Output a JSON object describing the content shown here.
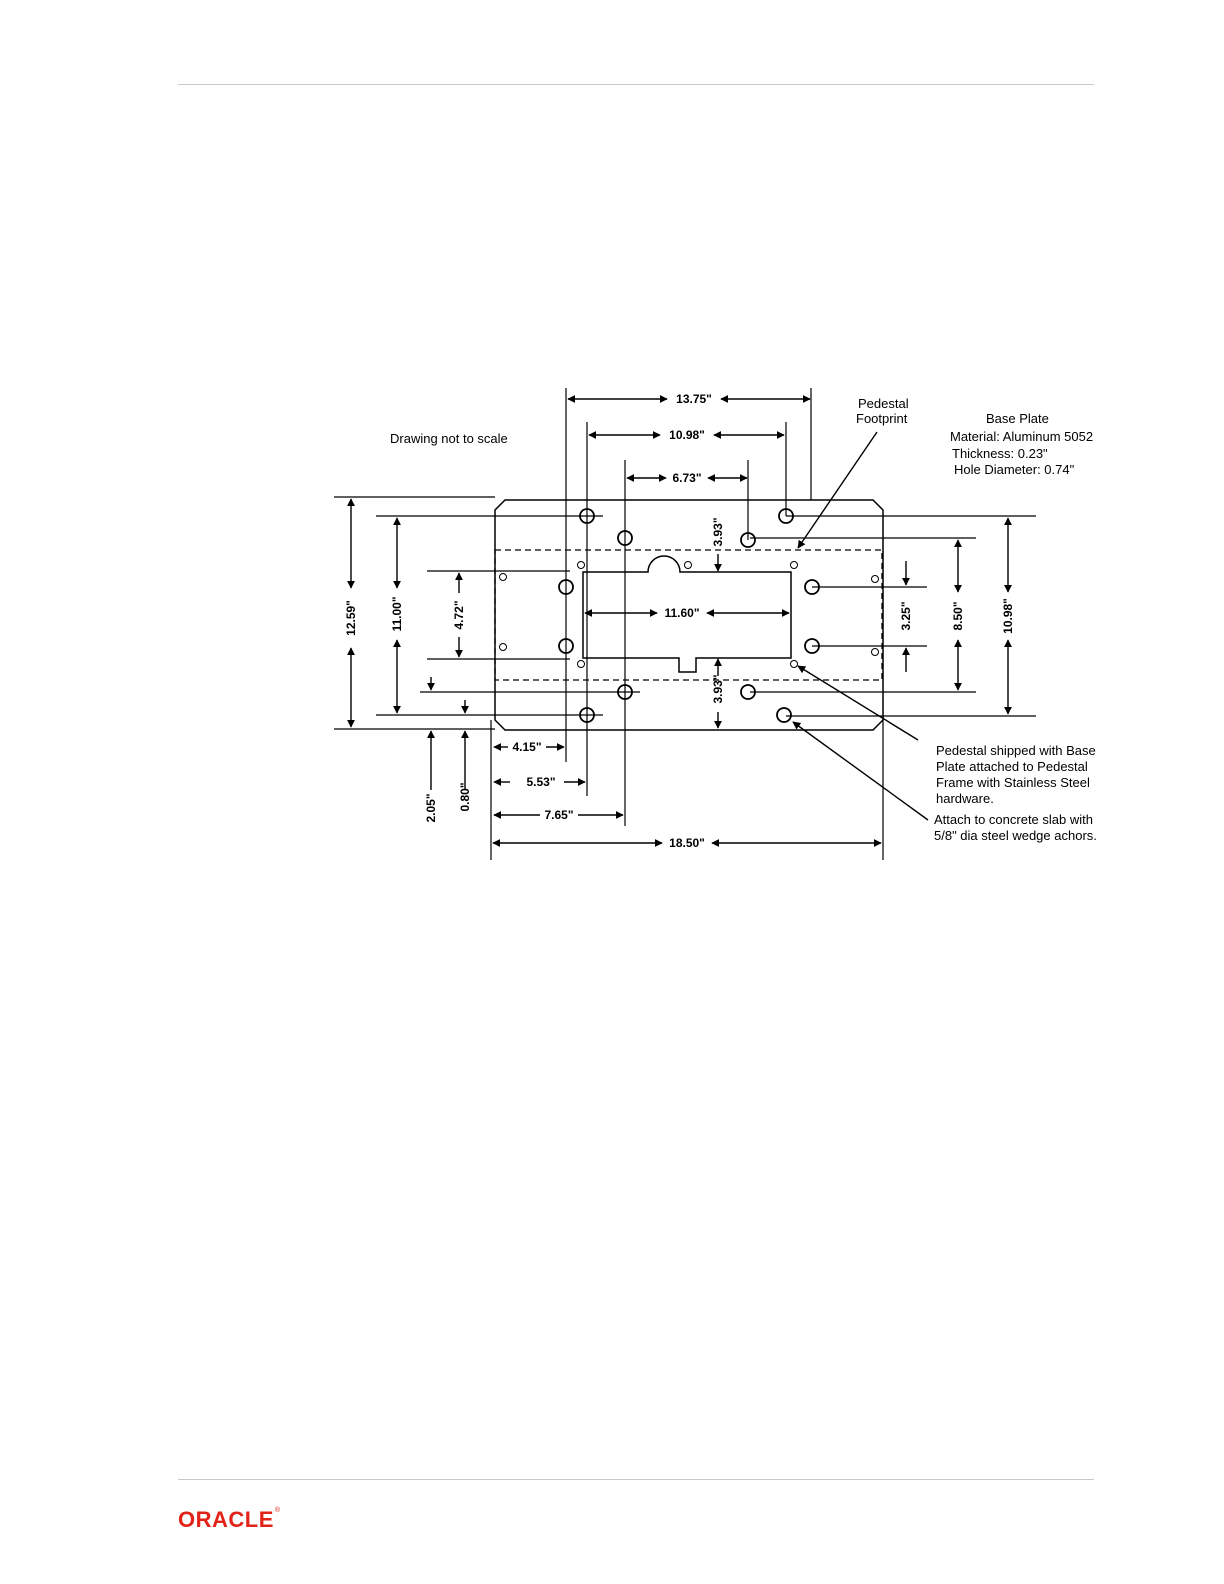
{
  "drawing": {
    "note": "Drawing not to scale",
    "pedestal_footprint": [
      "Pedestal",
      "Footprint"
    ],
    "base_plate": {
      "title": "Base Plate",
      "material": "Material: Aluminum 5052",
      "thickness": "Thickness: 0.23\"",
      "hole_diameter": "Hole Diameter: 0.74\""
    },
    "callout_shipped": [
      "Pedestal shipped with Base",
      "Plate attached to Pedestal",
      "Frame with Stainless Steel",
      "hardware."
    ],
    "callout_anchor": [
      "Attach to concrete slab with",
      "5/8\" dia steel wedge achors."
    ],
    "dimensions": {
      "top_13_75": "13.75\"",
      "top_10_98": "10.98\"",
      "top_6_73": "6.73\"",
      "vert_3_93_top": "3.93\"",
      "vert_3_93_bottom": "3.93\"",
      "center_11_60": "11.60\"",
      "left_12_59": "12.59\"",
      "left_11_00": "11.00\"",
      "left_4_72": "4.72\"",
      "right_3_25": "3.25\"",
      "right_8_50": "8.50\"",
      "right_10_98": "10.98\"",
      "bottom_4_15": "4.15\"",
      "bottom_5_53": "5.53\"",
      "bottom_7_65": "7.65\"",
      "bottom_18_50": "18.50\"",
      "vert_2_05": "2.05\"",
      "vert_0_80": "0.80\""
    }
  },
  "footer": {
    "logo_text": "ORACLE",
    "logo_mark": "®"
  }
}
